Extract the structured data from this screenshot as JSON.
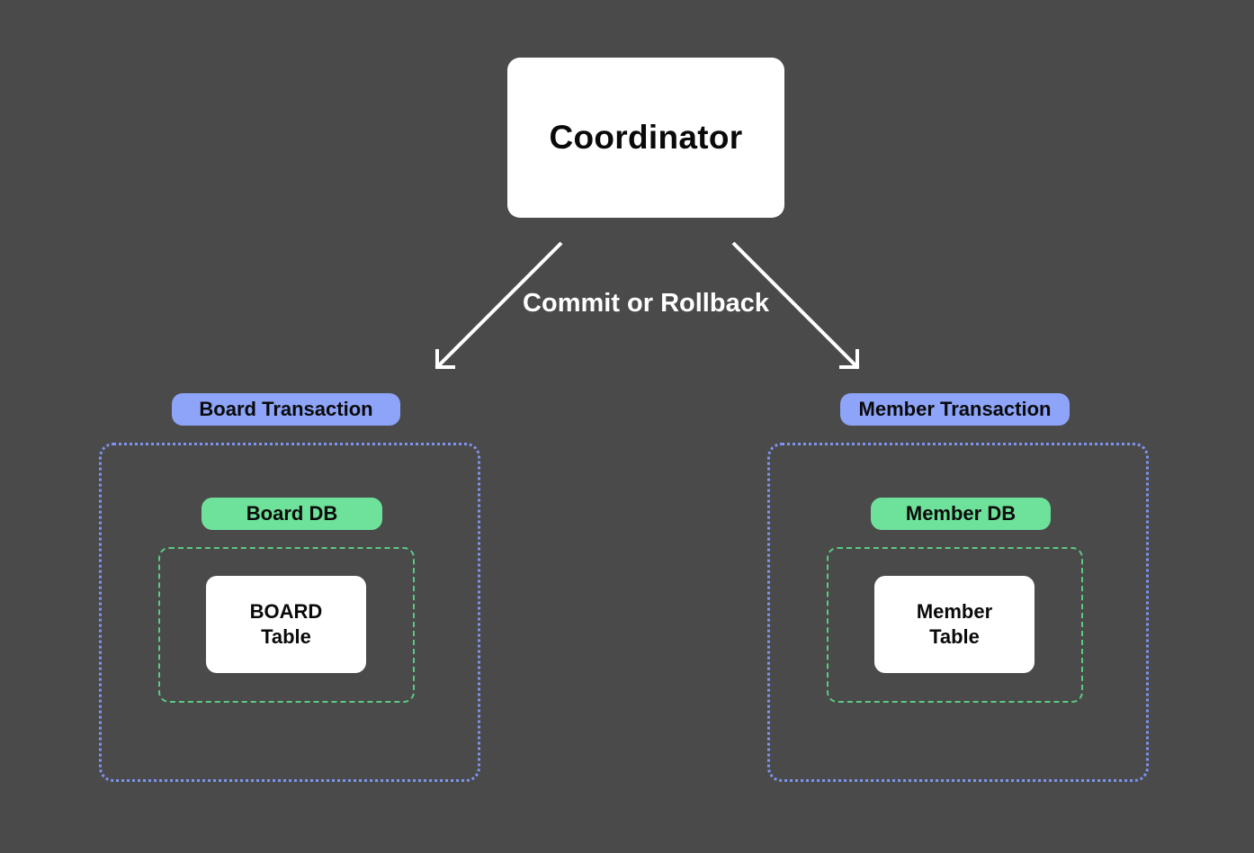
{
  "coordinator": {
    "label": "Coordinator"
  },
  "edge": {
    "label": "Commit or Rollback"
  },
  "left": {
    "transaction_label": "Board Transaction",
    "db_label": "Board DB",
    "table_line1": "BOARD",
    "table_line2": "Table"
  },
  "right": {
    "transaction_label": "Member Transaction",
    "db_label": "Member DB",
    "table_line1": "Member",
    "table_line2": "Table"
  },
  "colors": {
    "background": "#4a4a4a",
    "transaction_pill": "#8da4f8",
    "db_pill": "#6ee29a",
    "outer_border": "#7f93f0",
    "inner_border": "#5cc985",
    "arrow": "#ffffff"
  }
}
